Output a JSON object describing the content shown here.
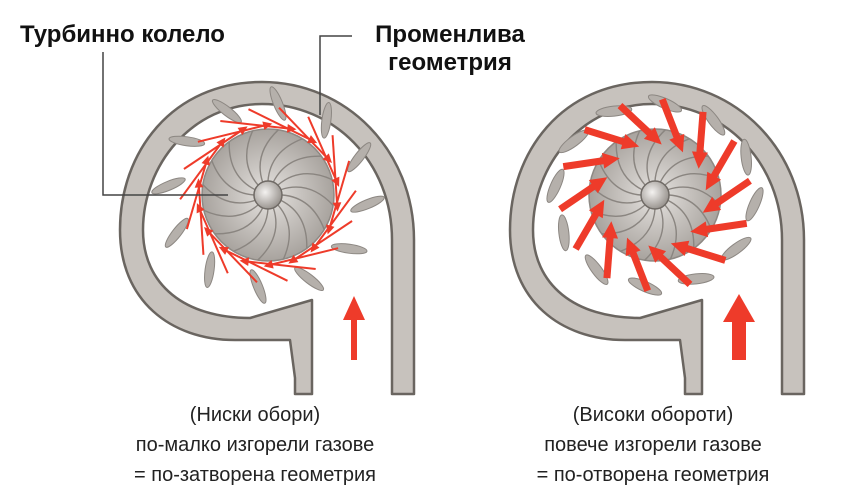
{
  "labels": {
    "turbine_wheel": "Турбинно колело",
    "variable_geometry_line1": "Променлива",
    "variable_geometry_line2": "геометрия"
  },
  "captions": {
    "left": {
      "line1": "(Ниски обори)",
      "line2": "по-малко изгорели газове",
      "line3": "= по-затворена геометрия"
    },
    "right": {
      "line1": "(Високи обороти)",
      "line2": "повече изгорели газове",
      "line3": "= по-отворена геометрия"
    }
  },
  "colors": {
    "housing_fill": "#c7c2bd",
    "housing_stroke": "#6a6560",
    "vane_fill": "#b5b0ab",
    "wheel_fill": "#bdb8b3",
    "flow_arrow": "#ee3b2a"
  }
}
